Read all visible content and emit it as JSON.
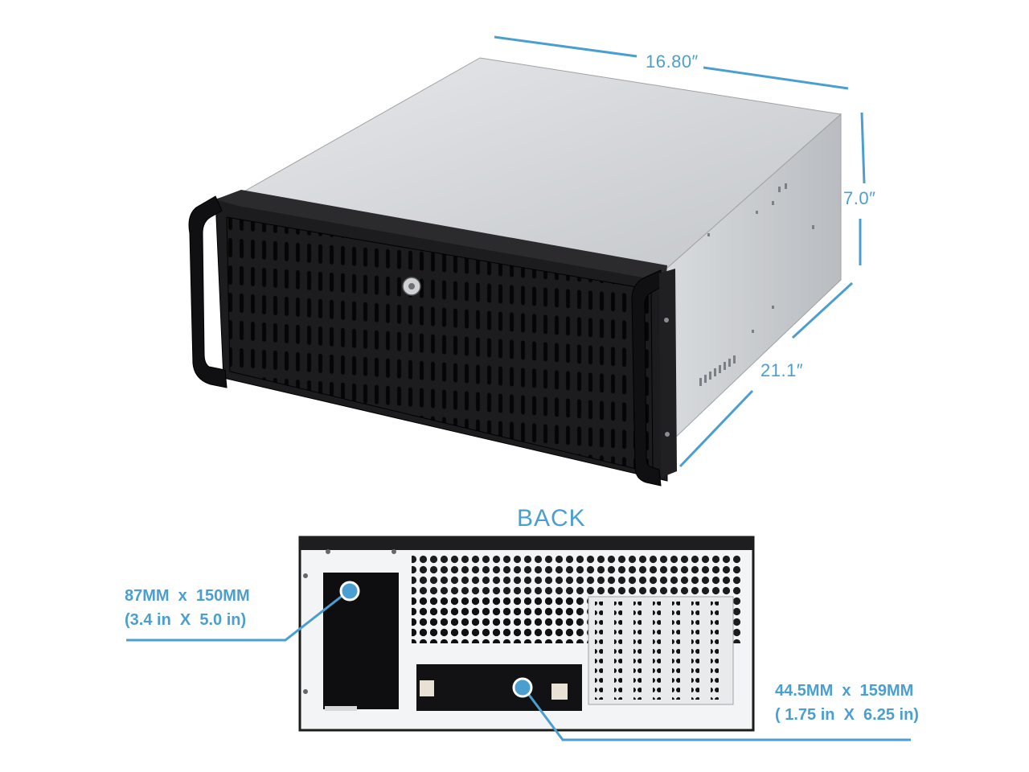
{
  "dimensions": {
    "width": "16.80″",
    "height": "7.0″",
    "depth": "21.1″"
  },
  "back_view": {
    "title": "BACK",
    "psu_opening": {
      "metric": "87MM  x  150MM",
      "imperial": "(3.4 in  X  5.0 in)"
    },
    "drive_opening": {
      "metric": "44.5MM  x  159MM",
      "imperial": "( 1.75 in  X  6.25 in)"
    }
  },
  "colors": {
    "accent": "#4b9fd0",
    "chassis_silver": "#c9ccd0",
    "bezel_black": "#1c1c1e"
  }
}
